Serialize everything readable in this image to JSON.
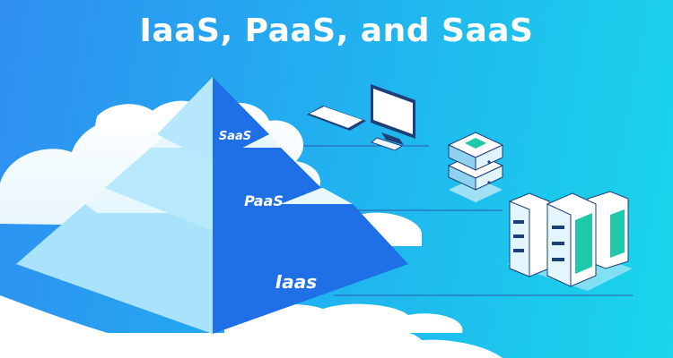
{
  "title": "IaaS, PaaS, and SaaS",
  "tiers": {
    "top": {
      "label": "SaaS"
    },
    "middle": {
      "label": "PaaS"
    },
    "bottom": {
      "label": "Iaas"
    }
  },
  "icons": {
    "top": [
      "smartphone-icon",
      "desktop-monitor-icon"
    ],
    "middle": [
      "server-stack-icon"
    ],
    "bottom": [
      "server-cluster-icon"
    ]
  },
  "colors": {
    "background_start": "#2f8ff0",
    "background_end": "#19d6ea",
    "pyramid_dark": "#1f6fe6",
    "pyramid_light": "#c6eefc",
    "cloud": "#ffffff"
  }
}
